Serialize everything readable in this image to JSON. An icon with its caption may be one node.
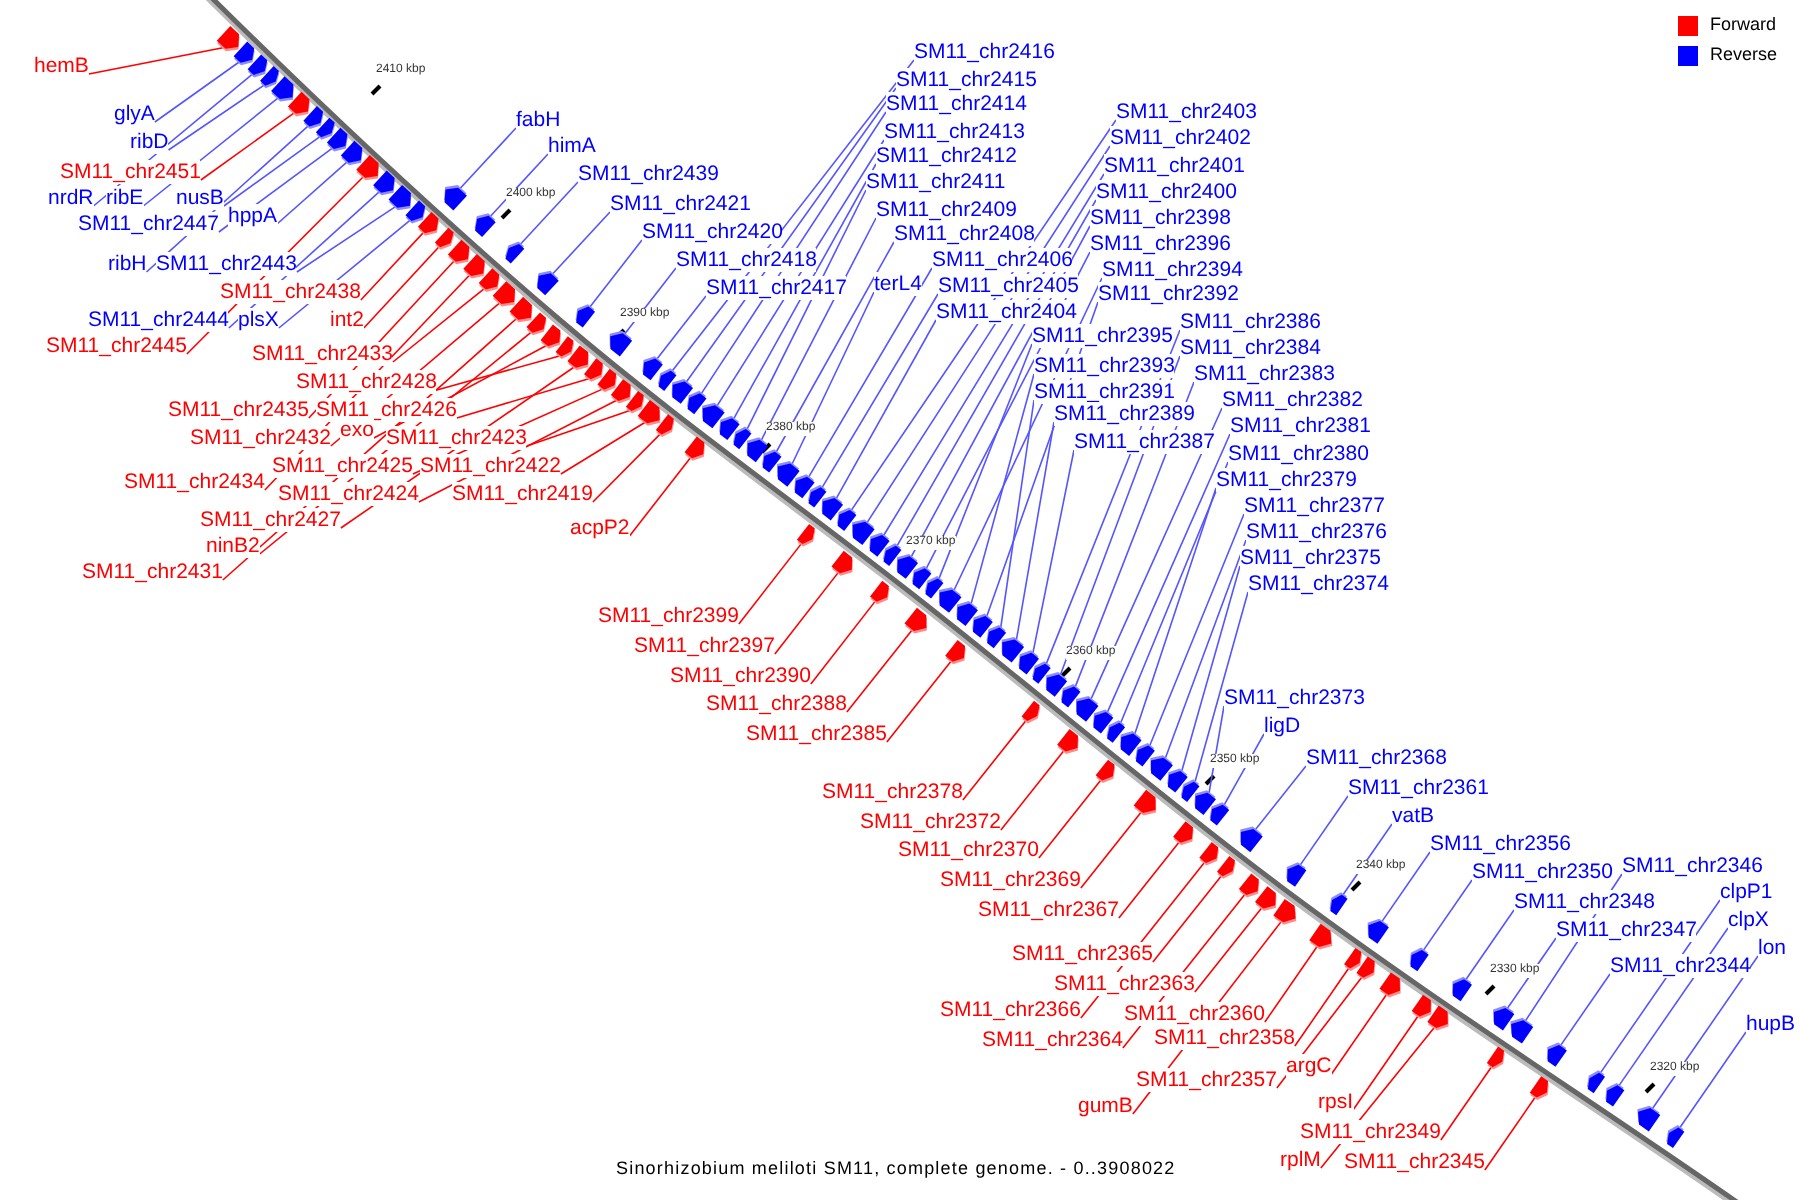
{
  "diagram": {
    "caption": "Sinorhizobium meliloti SM11, complete genome. - 0..3908022",
    "nodes": [
      {
        "text": [
          "hemB"
        ]
      },
      {
        "text": [
          "glyA"
        ]
      },
      {
        "text": [
          "ribD"
        ]
      },
      {
        "text": [
          "SM11_chr2451"
        ]
      },
      {
        "text": [
          "nrdR"
        ]
      },
      {
        "text": [
          "ribE"
        ]
      },
      {
        "text": [
          "SM11_chr2447"
        ]
      },
      {
        "text": [
          "nusB"
        ]
      },
      {
        "text": [
          "hppA"
        ]
      },
      {
        "text": [
          "ribH"
        ]
      },
      {
        "text": [
          "SM11_chr2443"
        ]
      },
      {
        "text": [
          "SM11_chr2438"
        ]
      },
      {
        "text": [
          "int2"
        ]
      },
      {
        "text": [
          "SM11_chr2444"
        ]
      },
      {
        "text": [
          "plsX"
        ]
      },
      {
        "text": [
          "SM11_chr2445"
        ]
      },
      {
        "text": [
          "SM11_chr2433"
        ]
      },
      {
        "text": [
          "SM11_chr2428"
        ]
      },
      {
        "text": [
          "SM11_chr2435"
        ]
      },
      {
        "text": [
          "SM11_chr2426"
        ]
      },
      {
        "text": [
          "SM11_chr2432"
        ]
      },
      {
        "text": [
          "exo"
        ]
      },
      {
        "text": [
          "SM11_chr2423"
        ]
      },
      {
        "text": [
          "SM11_chr2434"
        ]
      },
      {
        "text": [
          "SM11_chr2425"
        ]
      },
      {
        "text": [
          "SM11_chr2422"
        ]
      },
      {
        "text": [
          "SM11_chr2424"
        ]
      },
      {
        "text": [
          "SM11_chr2419"
        ]
      },
      {
        "text": [
          "SM11_chr2427"
        ]
      },
      {
        "text": [
          "ninB2"
        ]
      },
      {
        "text": [
          "SM11_chr2431"
        ]
      },
      {
        "text": [
          "acpP2"
        ]
      },
      {
        "text": [
          "SM11_chr2399"
        ]
      },
      {
        "text": [
          "SM11_chr2397"
        ]
      },
      {
        "text": [
          "SM11_chr2390"
        ]
      },
      {
        "text": [
          "SM11_chr2388"
        ]
      },
      {
        "text": [
          "SM11_chr2385"
        ]
      },
      {
        "text": [
          "SM11_chr2378"
        ]
      },
      {
        "text": [
          "SM11_chr2372"
        ]
      },
      {
        "text": [
          "SM11_chr2370"
        ]
      },
      {
        "text": [
          "SM11_chr2369"
        ]
      },
      {
        "text": [
          "SM11_chr2367"
        ]
      },
      {
        "text": [
          "SM11_chr2365"
        ]
      },
      {
        "text": [
          "SM11_chr2363"
        ]
      },
      {
        "text": [
          "SM11_chr2366"
        ]
      },
      {
        "text": [
          "SM11_chr2360"
        ]
      },
      {
        "text": [
          "SM11_chr2364"
        ]
      },
      {
        "text": [
          "SM11_chr2358"
        ]
      },
      {
        "text": [
          "argC"
        ]
      },
      {
        "text": [
          "SM11_chr2357"
        ]
      },
      {
        "text": [
          "gumB"
        ]
      },
      {
        "text": [
          "rpsI"
        ]
      },
      {
        "text": [
          "SM11_chr2349"
        ]
      },
      {
        "text": [
          "rplM"
        ]
      },
      {
        "text": [
          "SM11_chr2345"
        ]
      },
      {
        "text": [
          "fabH"
        ]
      },
      {
        "text": [
          "himA"
        ]
      },
      {
        "text": [
          "SM11_chr2439"
        ]
      },
      {
        "text": [
          "SM11_chr2421"
        ]
      },
      {
        "text": [
          "SM11_chr2420"
        ]
      },
      {
        "text": [
          "SM11_chr2418"
        ]
      },
      {
        "text": [
          "SM11_chr2417"
        ]
      },
      {
        "text": [
          "SM11_chr2416"
        ]
      },
      {
        "text": [
          "SM11_chr2415"
        ]
      },
      {
        "text": [
          "SM11_chr2414"
        ]
      },
      {
        "text": [
          "SM11_chr2413"
        ]
      },
      {
        "text": [
          "SM11_chr2412"
        ]
      },
      {
        "text": [
          "SM11_chr2411"
        ]
      },
      {
        "text": [
          "SM11_chr2409"
        ]
      },
      {
        "text": [
          "SM11_chr2408"
        ]
      },
      {
        "text": [
          "terL4"
        ]
      },
      {
        "text": [
          "SM11_chr2406"
        ]
      },
      {
        "text": [
          "SM11_chr2405"
        ]
      },
      {
        "text": [
          "SM11_chr2404"
        ]
      },
      {
        "text": [
          "SM11_chr2403"
        ]
      },
      {
        "text": [
          "SM11_chr2402"
        ]
      },
      {
        "text": [
          "SM11_chr2401"
        ]
      },
      {
        "text": [
          "SM11_chr2400"
        ]
      },
      {
        "text": [
          "SM11_chr2398"
        ]
      },
      {
        "text": [
          "SM11_chr2396"
        ]
      },
      {
        "text": [
          "SM11_chr2394"
        ]
      },
      {
        "text": [
          "SM11_chr2392"
        ]
      },
      {
        "text": [
          "SM11_chr2395"
        ]
      },
      {
        "text": [
          "SM11_chr2393"
        ]
      },
      {
        "text": [
          "SM11_chr2391"
        ]
      },
      {
        "text": [
          "SM11_chr2389"
        ]
      },
      {
        "text": [
          "SM11_chr2387"
        ]
      },
      {
        "text": [
          "SM11_chr2386"
        ]
      },
      {
        "text": [
          "SM11_chr2384"
        ]
      },
      {
        "text": [
          "SM11_chr2383"
        ]
      },
      {
        "text": [
          "SM11_chr2382"
        ]
      },
      {
        "text": [
          "SM11_chr2381"
        ]
      },
      {
        "text": [
          "SM11_chr2380"
        ]
      },
      {
        "text": [
          "SM11_chr2379"
        ]
      },
      {
        "text": [
          "SM11_chr2377"
        ]
      },
      {
        "text": [
          "SM11_chr2376"
        ]
      },
      {
        "text": [
          "SM11_chr2375"
        ]
      },
      {
        "text": [
          "SM11_chr2374"
        ]
      },
      {
        "text": [
          "SM11_chr2373"
        ]
      },
      {
        "text": [
          "ligD"
        ]
      },
      {
        "text": [
          "SM11_chr2368"
        ]
      },
      {
        "text": [
          "SM11_chr2361"
        ]
      },
      {
        "text": [
          "vatB"
        ]
      },
      {
        "text": [
          "SM11_chr2356"
        ]
      },
      {
        "text": [
          "SM11_chr2350"
        ]
      },
      {
        "text": [
          "SM11_chr2346"
        ]
      },
      {
        "text": [
          "SM11_chr2348"
        ]
      },
      {
        "text": [
          "clpP1"
        ]
      },
      {
        "text": [
          "SM11_chr2347"
        ]
      },
      {
        "text": [
          "clpX"
        ]
      },
      {
        "text": [
          "lon"
        ]
      },
      {
        "text": [
          "SM11_chr2344"
        ]
      },
      {
        "text": [
          "hupB"
        ]
      },
      {
        "text": [],
        "shape": "arrow"
      },
      {
        "text": [],
        "shape": "arrow"
      },
      {
        "text": [],
        "shape": "arrow"
      },
      {
        "text": [],
        "shape": "arrow"
      },
      {
        "text": [],
        "shape": "arrow"
      },
      {
        "text": [],
        "shape": "arrow"
      },
      {
        "text": [],
        "shape": "arrow"
      },
      {
        "text": [],
        "shape": "arrow"
      },
      {
        "text": [],
        "shape": "arrow"
      },
      {
        "text": [],
        "shape": "arrow"
      },
      {
        "text": [],
        "shape": "arrow"
      },
      {
        "text": [],
        "shape": "arrow"
      },
      {
        "text": [],
        "shape": "arrow"
      },
      {
        "text": [],
        "shape": "arrow"
      },
      {
        "text": [],
        "shape": "arrow"
      },
      {
        "text": [],
        "shape": "arrow"
      },
      {
        "text": [],
        "shape": "arrow"
      },
      {
        "text": [],
        "shape": "arrow"
      },
      {
        "text": [],
        "shape": "arrow"
      },
      {
        "text": [],
        "shape": "arrow"
      },
      {
        "text": [],
        "shape": "arrow"
      },
      {
        "text": [],
        "shape": "arrow"
      },
      {
        "text": [],
        "shape": "arrow"
      },
      {
        "text": [],
        "shape": "arrow"
      },
      {
        "text": [],
        "shape": "arrow"
      },
      {
        "text": [],
        "shape": "arrow"
      },
      {
        "text": [],
        "shape": "arrow"
      },
      {
        "text": [],
        "shape": "arrow"
      },
      {
        "text": [],
        "shape": "arrow"
      },
      {
        "text": [],
        "shape": "arrow"
      },
      {
        "text": [],
        "shape": "arrow"
      },
      {
        "text": [],
        "shape": "arrow"
      },
      {
        "text": [],
        "shape": "arrow"
      },
      {
        "text": [],
        "shape": "arrow"
      },
      {
        "text": [],
        "shape": "arrow"
      },
      {
        "text": [],
        "shape": "arrow"
      },
      {
        "text": [],
        "shape": "arrow"
      },
      {
        "text": [],
        "shape": "arrow"
      },
      {
        "text": [],
        "shape": "arrow"
      },
      {
        "text": [],
        "shape": "arrow"
      },
      {
        "text": [],
        "shape": "arrow"
      },
      {
        "text": [],
        "shape": "arrow"
      },
      {
        "text": [],
        "shape": "arrow"
      },
      {
        "text": [],
        "shape": "arrow"
      },
      {
        "text": [],
        "shape": "arrow"
      },
      {
        "text": [],
        "shape": "arrow"
      },
      {
        "text": [],
        "shape": "arrow"
      },
      {
        "text": [],
        "shape": "arrow"
      },
      {
        "text": [],
        "shape": "arrow"
      },
      {
        "text": [],
        "shape": "arrow"
      },
      {
        "text": [],
        "shape": "arrow"
      },
      {
        "text": [],
        "shape": "arrow"
      },
      {
        "text": [],
        "shape": "arrow"
      },
      {
        "text": [],
        "shape": "arrow"
      },
      {
        "text": [],
        "shape": "arrow"
      },
      {
        "text": [],
        "shape": "arrow"
      },
      {
        "text": [],
        "shape": "arrow"
      },
      {
        "text": [],
        "shape": "arrow"
      },
      {
        "text": [],
        "shape": "arrow"
      },
      {
        "text": [],
        "shape": "arrow"
      },
      {
        "text": [],
        "shape": "arrow"
      },
      {
        "text": [],
        "shape": "arrow"
      },
      {
        "text": [],
        "shape": "arrow"
      },
      {
        "text": [],
        "shape": "arrow"
      },
      {
        "text": [],
        "shape": "arrow"
      },
      {
        "text": [],
        "shape": "arrow"
      },
      {
        "text": [],
        "shape": "arrow"
      },
      {
        "text": [],
        "shape": "arrow"
      },
      {
        "text": [],
        "shape": "arrow"
      },
      {
        "text": [],
        "shape": "arrow"
      },
      {
        "text": [],
        "shape": "arrow"
      },
      {
        "text": [],
        "shape": "arrow"
      },
      {
        "text": [],
        "shape": "arrow"
      },
      {
        "text": [],
        "shape": "arrow"
      },
      {
        "text": [],
        "shape": "arrow"
      },
      {
        "text": [],
        "shape": "arrow"
      },
      {
        "text": [],
        "shape": "arrow"
      },
      {
        "text": [],
        "shape": "arrow"
      },
      {
        "text": [],
        "shape": "arrow"
      },
      {
        "text": [],
        "shape": "arrow"
      },
      {
        "text": [],
        "shape": "arrow"
      },
      {
        "text": [],
        "shape": "arrow"
      },
      {
        "text": [],
        "shape": "arrow"
      },
      {
        "text": [],
        "shape": "arrow"
      },
      {
        "text": [],
        "shape": "arrow"
      },
      {
        "text": [],
        "shape": "arrow"
      },
      {
        "text": [],
        "shape": "arrow"
      },
      {
        "text": [],
        "shape": "arrow"
      },
      {
        "text": [],
        "shape": "arrow"
      },
      {
        "text": [],
        "shape": "arrow"
      },
      {
        "text": [],
        "shape": "arrow"
      },
      {
        "text": [],
        "shape": "arrow"
      },
      {
        "text": [],
        "shape": "arrow"
      },
      {
        "text": [],
        "shape": "arrow"
      },
      {
        "text": [],
        "shape": "arrow"
      },
      {
        "text": [],
        "shape": "arrow"
      },
      {
        "text": [],
        "shape": "arrow"
      },
      {
        "text": [],
        "shape": "arrow"
      },
      {
        "text": [],
        "shape": "arrow"
      },
      {
        "text": [],
        "shape": "arrow"
      },
      {
        "text": [],
        "shape": "arrow"
      },
      {
        "text": [],
        "shape": "arrow"
      },
      {
        "text": [],
        "shape": "arrow"
      },
      {
        "text": [],
        "shape": "arrow"
      },
      {
        "text": [],
        "shape": "arrow"
      },
      {
        "text": [],
        "shape": "arrow"
      },
      {
        "text": [],
        "shape": "arrow"
      },
      {
        "text": [],
        "shape": "arrow"
      },
      {
        "text": [],
        "shape": "arrow"
      },
      {
        "text": [],
        "shape": "arrow"
      },
      {
        "text": [],
        "shape": "arrow"
      },
      {
        "text": [],
        "shape": "arrow"
      },
      {
        "text": [],
        "shape": "arrow"
      }
    ],
    "edges": [
      {
        "from": 0,
        "to": 113,
        "arrow": "none",
        "color": "#ff0000"
      },
      {
        "from": 1,
        "to": 114,
        "arrow": "none"
      },
      {
        "from": 2,
        "to": 115,
        "arrow": "none"
      },
      {
        "from": 3,
        "to": 116,
        "arrow": "none",
        "color": "#ff0000"
      },
      {
        "from": 4,
        "to": 117,
        "arrow": "none"
      },
      {
        "from": 5,
        "to": 118,
        "arrow": "none"
      },
      {
        "from": 6,
        "to": 119,
        "arrow": "none"
      },
      {
        "from": 7,
        "to": 120,
        "arrow": "none"
      },
      {
        "from": 8,
        "to": 121,
        "arrow": "none"
      },
      {
        "from": 9,
        "to": 122,
        "arrow": "none"
      },
      {
        "from": 10,
        "to": 123,
        "arrow": "none"
      },
      {
        "from": 11,
        "to": 124,
        "arrow": "none",
        "color": "#ff0000"
      },
      {
        "from": 12,
        "to": 125,
        "arrow": "none",
        "color": "#ff0000"
      },
      {
        "from": 13,
        "to": 126,
        "arrow": "none"
      },
      {
        "from": 14,
        "to": 127,
        "arrow": "none"
      },
      {
        "from": 15,
        "to": 128,
        "arrow": "none",
        "color": "#ff0000"
      },
      {
        "from": 16,
        "to": 129,
        "arrow": "none",
        "color": "#ff0000"
      },
      {
        "from": 17,
        "to": 130,
        "arrow": "none",
        "color": "#ff0000"
      },
      {
        "from": 18,
        "to": 131,
        "arrow": "none",
        "color": "#ff0000"
      },
      {
        "from": 19,
        "to": 132,
        "arrow": "none",
        "color": "#ff0000"
      },
      {
        "from": 20,
        "to": 133,
        "arrow": "none",
        "color": "#ff0000"
      },
      {
        "from": 21,
        "to": 134,
        "arrow": "none",
        "color": "#ff0000"
      },
      {
        "from": 22,
        "to": 135,
        "arrow": "none",
        "color": "#ff0000"
      },
      {
        "from": 23,
        "to": 136,
        "arrow": "none",
        "color": "#ff0000"
      },
      {
        "from": 24,
        "to": 137,
        "arrow": "none",
        "color": "#ff0000"
      },
      {
        "from": 25,
        "to": 138,
        "arrow": "none",
        "color": "#ff0000"
      },
      {
        "from": 26,
        "to": 139,
        "arrow": "none",
        "color": "#ff0000"
      },
      {
        "from": 27,
        "to": 140,
        "arrow": "none",
        "color": "#ff0000"
      },
      {
        "from": 28,
        "to": 141,
        "arrow": "none",
        "color": "#ff0000"
      },
      {
        "from": 29,
        "to": 142,
        "arrow": "none",
        "color": "#ff0000"
      },
      {
        "from": 30,
        "to": 143,
        "arrow": "none",
        "color": "#ff0000"
      },
      {
        "from": 31,
        "to": 144,
        "arrow": "none",
        "color": "#ff0000"
      },
      {
        "from": 32,
        "to": 145,
        "arrow": "none",
        "color": "#ff0000"
      },
      {
        "from": 33,
        "to": 146,
        "arrow": "none",
        "color": "#ff0000"
      },
      {
        "from": 34,
        "to": 147,
        "arrow": "none",
        "color": "#ff0000"
      },
      {
        "from": 35,
        "to": 148,
        "arrow": "none",
        "color": "#ff0000"
      },
      {
        "from": 36,
        "to": 149,
        "arrow": "none",
        "color": "#ff0000"
      },
      {
        "from": 37,
        "to": 150,
        "arrow": "none",
        "color": "#ff0000"
      },
      {
        "from": 38,
        "to": 151,
        "arrow": "none",
        "color": "#ff0000"
      },
      {
        "from": 39,
        "to": 152,
        "arrow": "none",
        "color": "#ff0000"
      },
      {
        "from": 40,
        "to": 153,
        "arrow": "none",
        "color": "#ff0000"
      },
      {
        "from": 41,
        "to": 154,
        "arrow": "none",
        "color": "#ff0000"
      },
      {
        "from": 42,
        "to": 155,
        "arrow": "none",
        "color": "#ff0000"
      },
      {
        "from": 43,
        "to": 156,
        "arrow": "none",
        "color": "#ff0000"
      },
      {
        "from": 44,
        "to": 157,
        "arrow": "none",
        "color": "#ff0000"
      },
      {
        "from": 45,
        "to": 158,
        "arrow": "none",
        "color": "#ff0000"
      },
      {
        "from": 46,
        "to": 159,
        "arrow": "none",
        "color": "#ff0000"
      },
      {
        "from": 47,
        "to": 160,
        "arrow": "none",
        "color": "#ff0000"
      },
      {
        "from": 48,
        "to": 161,
        "arrow": "none",
        "color": "#ff0000"
      },
      {
        "from": 49,
        "to": 162,
        "arrow": "none",
        "color": "#ff0000"
      },
      {
        "from": 50,
        "to": 163,
        "arrow": "none",
        "color": "#ff0000"
      },
      {
        "from": 51,
        "to": 164,
        "arrow": "none",
        "color": "#ff0000"
      },
      {
        "from": 52,
        "to": 165,
        "arrow": "none",
        "color": "#ff0000"
      },
      {
        "from": 53,
        "to": 166,
        "arrow": "none",
        "color": "#ff0000"
      },
      {
        "from": 54,
        "to": 167,
        "arrow": "none",
        "color": "#ff0000"
      },
      {
        "from": 55,
        "to": 168,
        "arrow": "none"
      },
      {
        "from": 56,
        "to": 169,
        "arrow": "none"
      },
      {
        "from": 57,
        "to": 170,
        "arrow": "none"
      },
      {
        "from": 58,
        "to": 171,
        "arrow": "none"
      },
      {
        "from": 59,
        "to": 172,
        "arrow": "none"
      },
      {
        "from": 60,
        "to": 173,
        "arrow": "none"
      },
      {
        "from": 61,
        "to": 174,
        "arrow": "none"
      },
      {
        "from": 62,
        "to": 175,
        "arrow": "none"
      },
      {
        "from": 63,
        "to": 176,
        "arrow": "none"
      },
      {
        "from": 64,
        "to": 177,
        "arrow": "none"
      },
      {
        "from": 65,
        "to": 178,
        "arrow": "none"
      },
      {
        "from": 66,
        "to": 179,
        "arrow": "none"
      },
      {
        "from": 67,
        "to": 180,
        "arrow": "none"
      },
      {
        "from": 68,
        "to": 181,
        "arrow": "none"
      },
      {
        "from": 69,
        "to": 182,
        "arrow": "none"
      },
      {
        "from": 70,
        "to": 183,
        "arrow": "none"
      },
      {
        "from": 71,
        "to": 184,
        "arrow": "none"
      },
      {
        "from": 72,
        "to": 185,
        "arrow": "none"
      },
      {
        "from": 73,
        "to": 186,
        "arrow": "none"
      },
      {
        "from": 74,
        "to": 187,
        "arrow": "none"
      },
      {
        "from": 75,
        "to": 188,
        "arrow": "none"
      },
      {
        "from": 76,
        "to": 189,
        "arrow": "none"
      },
      {
        "from": 77,
        "to": 190,
        "arrow": "none"
      },
      {
        "from": 78,
        "to": 191,
        "arrow": "none"
      },
      {
        "from": 79,
        "to": 192,
        "arrow": "none"
      },
      {
        "from": 80,
        "to": 193,
        "arrow": "none"
      },
      {
        "from": 81,
        "to": 194,
        "arrow": "none"
      },
      {
        "from": 82,
        "to": 195,
        "arrow": "none"
      },
      {
        "from": 83,
        "to": 196,
        "arrow": "none"
      },
      {
        "from": 84,
        "to": 197,
        "arrow": "none"
      },
      {
        "from": 85,
        "to": 198,
        "arrow": "none"
      },
      {
        "from": 86,
        "to": 199,
        "arrow": "none"
      },
      {
        "from": 87,
        "to": 200,
        "arrow": "none"
      },
      {
        "from": 88,
        "to": 201,
        "arrow": "none"
      },
      {
        "from": 89,
        "to": 202,
        "arrow": "none"
      },
      {
        "from": 90,
        "to": 203,
        "arrow": "none"
      },
      {
        "from": 91,
        "to": 204,
        "arrow": "none"
      },
      {
        "from": 92,
        "to": 205,
        "arrow": "none"
      },
      {
        "from": 93,
        "to": 206,
        "arrow": "none"
      },
      {
        "from": 94,
        "to": 207,
        "arrow": "none"
      },
      {
        "from": 95,
        "to": 208,
        "arrow": "none"
      },
      {
        "from": 96,
        "to": 209,
        "arrow": "none"
      },
      {
        "from": 97,
        "to": 210,
        "arrow": "none"
      },
      {
        "from": 98,
        "to": 211,
        "arrow": "none"
      },
      {
        "from": 99,
        "to": 212,
        "arrow": "none"
      },
      {
        "from": 100,
        "to": 213,
        "arrow": "none"
      },
      {
        "from": 101,
        "to": 214,
        "arrow": "none"
      },
      {
        "from": 102,
        "to": 215,
        "arrow": "none"
      },
      {
        "from": 103,
        "to": 216,
        "arrow": "none"
      },
      {
        "from": 104,
        "to": 217,
        "arrow": "none"
      },
      {
        "from": 105,
        "to": 218,
        "arrow": "none"
      },
      {
        "from": 106,
        "to": 219,
        "arrow": "none"
      },
      {
        "from": 107,
        "to": 220,
        "arrow": "none"
      },
      {
        "from": 108,
        "to": 221,
        "arrow": "none"
      },
      {
        "from": 109,
        "to": 222,
        "arrow": "none"
      },
      {
        "from": 110,
        "to": 223,
        "arrow": "none"
      },
      {
        "from": 111,
        "to": 224,
        "arrow": "none"
      },
      {
        "from": 112,
        "to": 225,
        "arrow": "none"
      }
    ],
    "labels": [
      "2410 kbp",
      "2400 kbp",
      "2390 kbp",
      "2380 kbp",
      "2370 kbp",
      "2360 kbp",
      "2350 kbp",
      "2340 kbp",
      "2330 kbp",
      "2320 kbp"
    ],
    "legend": [
      {
        "text": "Forward",
        "color": "#ff0000"
      },
      {
        "text": "Reverse",
        "color": "#0000ff"
      }
    ]
  }
}
